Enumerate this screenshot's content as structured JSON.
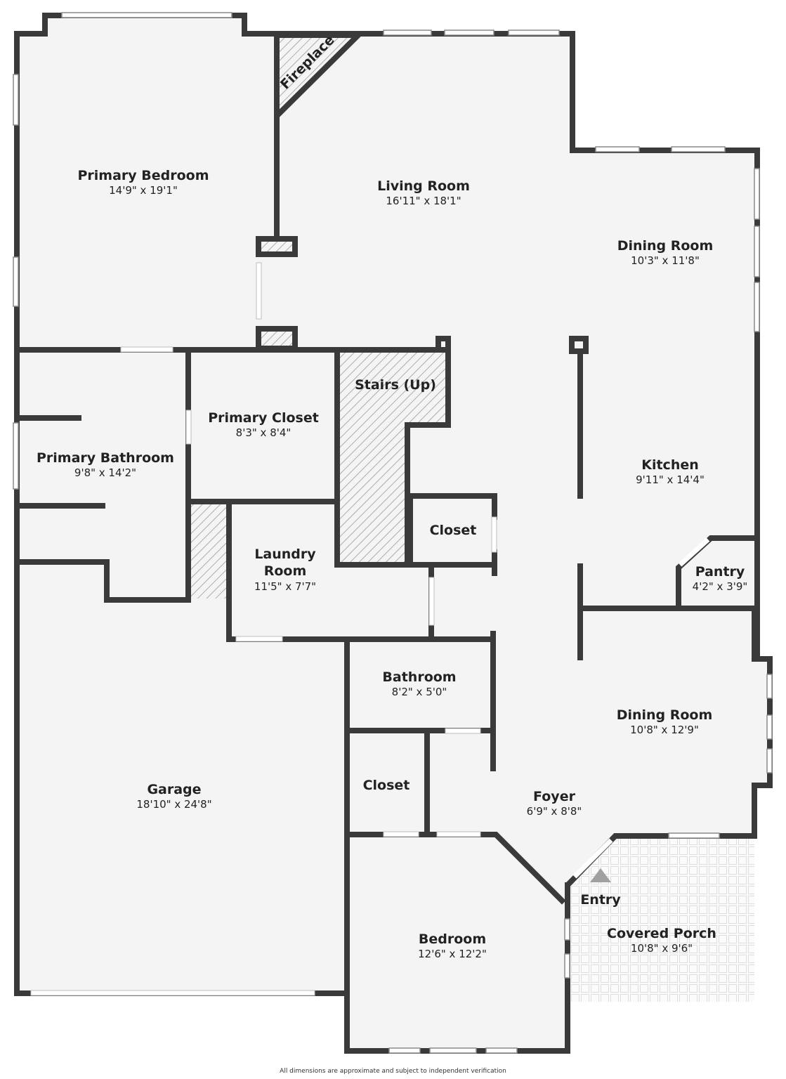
{
  "colors": {
    "wall": "#3a3a3a",
    "floor": "#f4f4f4",
    "hatch": "#9a9a9a",
    "porch_tile": "#dddddd",
    "entry_marker": "#a0a0a0"
  },
  "rooms": {
    "primary_bedroom": {
      "name": "Primary Bedroom",
      "dim": "14'9\" x 19'1\""
    },
    "living_room": {
      "name": "Living Room",
      "dim": "16'11\" x 18'1\""
    },
    "dining_room_upper": {
      "name": "Dining Room",
      "dim": "10'3\" x 11'8\""
    },
    "primary_bathroom": {
      "name": "Primary Bathroom",
      "dim": "9'8\" x 14'2\""
    },
    "primary_closet": {
      "name": "Primary Closet",
      "dim": "8'3\" x 8'4\""
    },
    "stairs": {
      "name": "Stairs (Up)"
    },
    "kitchen": {
      "name": "Kitchen",
      "dim": "9'11\" x 14'4\""
    },
    "closet_hall": {
      "name": "Closet"
    },
    "laundry_room": {
      "name_line1": "Laundry",
      "name_line2": "Room",
      "dim": "11'5\" x 7'7\""
    },
    "pantry": {
      "name": "Pantry",
      "dim": "4'2\" x 3'9\""
    },
    "bathroom": {
      "name": "Bathroom",
      "dim": "8'2\" x 5'0\""
    },
    "dining_room_lower": {
      "name": "Dining Room",
      "dim": "10'8\" x 12'9\""
    },
    "closet_foyer": {
      "name": "Closet"
    },
    "foyer": {
      "name": "Foyer",
      "dim": "6'9\" x 8'8\""
    },
    "garage": {
      "name": "Garage",
      "dim": "18'10\" x 24'8\""
    },
    "entry": {
      "name": "Entry"
    },
    "bedroom": {
      "name": "Bedroom",
      "dim": "12'6\" x 12'2\""
    },
    "covered_porch": {
      "name": "Covered Porch",
      "dim": "10'8\" x 9'6\""
    }
  },
  "fireplace": {
    "label": "Fireplace"
  },
  "footer": {
    "note": "All dimensions are approximate and subject to independent verification"
  }
}
